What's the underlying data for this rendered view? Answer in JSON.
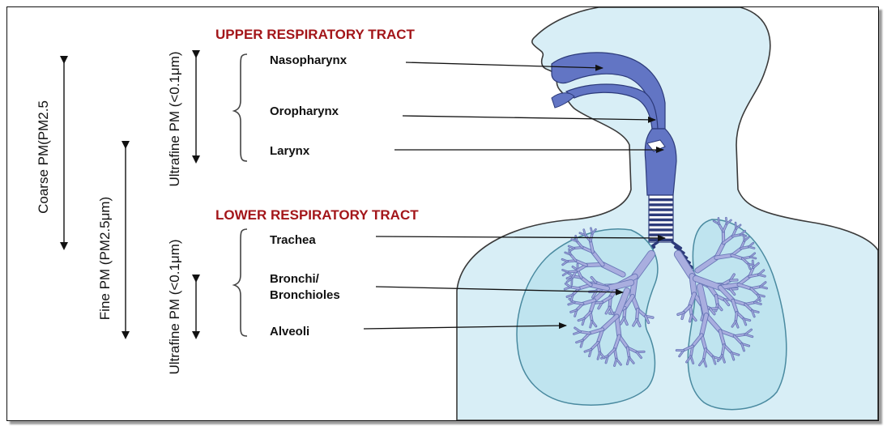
{
  "headings": {
    "upper": "UPPER RESPIRATORY TRACT",
    "lower": "LOWER RESPIRATORY TRACT"
  },
  "size_labels": {
    "coarse": "Coarse PM(PM2.5",
    "fine": "Fine PM (PM2.5μm)",
    "ultrafine_upper": "Ultrafine PM (<0.1μm)",
    "ultrafine_lower": "Ultrafine PM (<0.1μm)"
  },
  "structures": {
    "upper": [
      "Nasopharynx",
      "Oropharynx",
      "Larynx"
    ],
    "lower": [
      "Trachea",
      "Bronchi/",
      "Bronchioles",
      "Alveoli"
    ]
  },
  "colors": {
    "heading_red": "#A3161A",
    "body_fill": "#D8EEF6",
    "body_outline": "#3a3a3a",
    "airway_blue": "#6275C4",
    "lung_fill": "#BFE4EF",
    "bronchi_fill": "#A9AEDF",
    "bronchi_stroke": "#5566AA"
  }
}
